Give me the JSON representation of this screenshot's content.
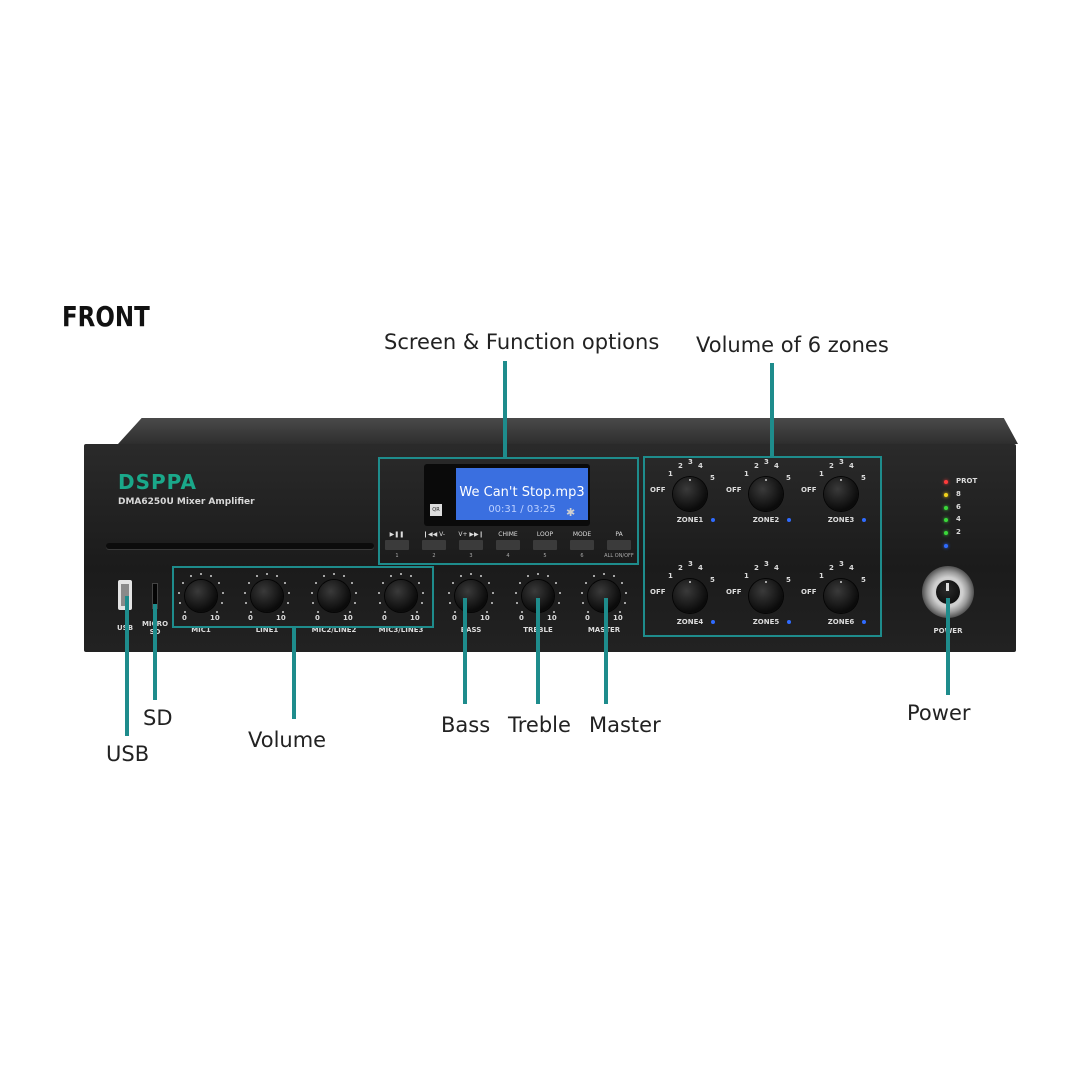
{
  "heading": "FRONT",
  "callouts": {
    "screen": "Screen & Function options",
    "zones": "Volume of 6 zones",
    "sd": "SD",
    "usb": "USB",
    "volume": "Volume",
    "bass": "Bass",
    "treble": "Treble",
    "master": "Master",
    "power": "Power"
  },
  "device": {
    "brand": "DSPPA",
    "model": "DMA6250U Mixer Amplifier",
    "screen": {
      "track": "We Can't Stop.mp3",
      "time": "00:31 / 03:25",
      "qr": "QR",
      "bt": "✱"
    },
    "function_buttons": [
      {
        "label": "▶❚❚",
        "num": "1"
      },
      {
        "label": "❙◀◀ V-",
        "num": "2"
      },
      {
        "label": "V+ ▶▶❙",
        "num": "3"
      },
      {
        "label": "CHIME",
        "num": "4"
      },
      {
        "label": "LOOP",
        "num": "5"
      },
      {
        "label": "MODE",
        "num": "6"
      },
      {
        "label": "PA",
        "num": "ALL ON/OFF"
      }
    ],
    "knobs": [
      {
        "label": "MIC1",
        "min": "0",
        "max": "10"
      },
      {
        "label": "LINE1",
        "min": "0",
        "max": "10"
      },
      {
        "label": "MIC2/LINE2",
        "min": "0",
        "max": "10"
      },
      {
        "label": "MIC3/LINE3",
        "min": "0",
        "max": "10"
      },
      {
        "label": "BASS",
        "min": "0",
        "max": "10"
      },
      {
        "label": "TREBLE",
        "min": "0",
        "max": "10"
      },
      {
        "label": "MASTER",
        "min": "0",
        "max": "10"
      }
    ],
    "zone_scale": [
      "OFF",
      "1",
      "2",
      "3",
      "4",
      "5"
    ],
    "zones": [
      "ZONE1",
      "ZONE2",
      "ZONE3",
      "ZONE4",
      "ZONE5",
      "ZONE6"
    ],
    "leds": [
      {
        "label": "PROT",
        "color": "#ff3b3b"
      },
      {
        "label": "8",
        "color": "#f2d21b"
      },
      {
        "label": "6",
        "color": "#3ad83a"
      },
      {
        "label": "4",
        "color": "#3ad83a"
      },
      {
        "label": "2",
        "color": "#3ad83a"
      },
      {
        "label": "",
        "color": "#2f6bff"
      }
    ],
    "port_labels": {
      "usb": "USB",
      "sd": "MICRO SD"
    },
    "power_label": "POWER"
  },
  "accent_color": "#1e8c8c"
}
